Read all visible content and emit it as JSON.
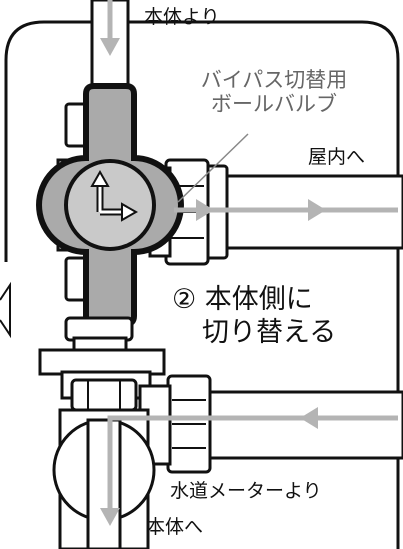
{
  "labels": {
    "from_main_top": "本体より",
    "bypass_valve_line1": "バイパス切替用",
    "bypass_valve_line2": "ボールバルブ",
    "to_indoor": "屋内へ",
    "step_line1": "② 本体側に",
    "step_line2": "切り替える",
    "from_water_meter": "水道メーターより",
    "to_main_bottom": "本体へ"
  },
  "colors": {
    "outline": "#111111",
    "pipe_fill": "#ffffff",
    "valve_body": "#aaaaaa",
    "flow_arrow": "#b4b4b4",
    "label_gray": "#666666"
  },
  "icons": {
    "valve_handle": "lever-handle-icon",
    "flow_direction": "arrow-right-icon"
  }
}
